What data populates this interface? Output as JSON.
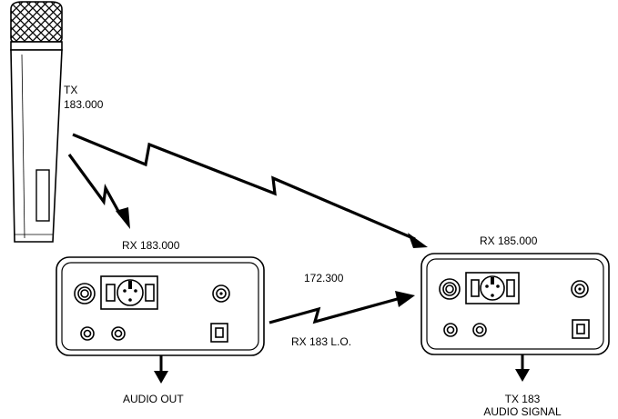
{
  "labels": {
    "tx_title": "TX",
    "tx_freq": "183.000",
    "rx1": "RX  183.000",
    "rx2": "RX  185.000",
    "lo_freq": "172.300",
    "lo_label": "RX 183 L.O.",
    "audio_out": "AUDIO OUT",
    "tx183_line1": "TX 183",
    "tx183_line2": "AUDIO SIGNAL"
  }
}
